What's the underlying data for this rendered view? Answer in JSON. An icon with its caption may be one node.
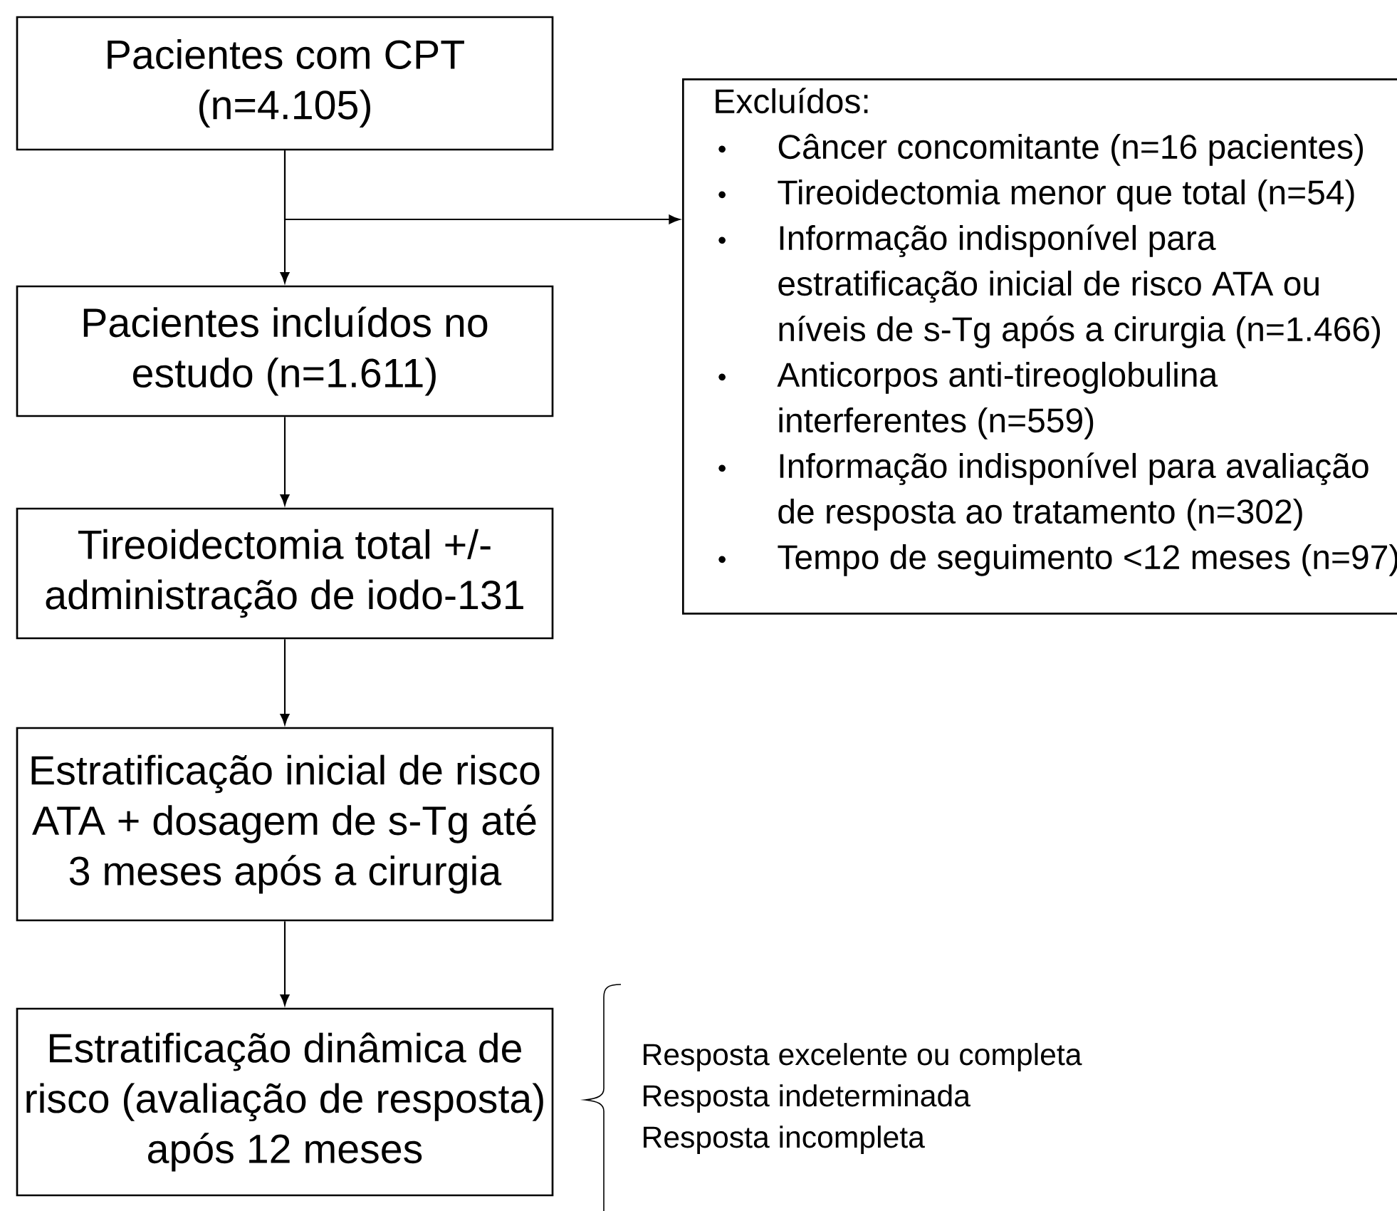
{
  "diagram": {
    "nodes": [
      {
        "text": [
          "Pacientes com CPT (n=4.105)"
        ]
      },
      {
        "text": [
          "Excluídos:",
          "Câncer concomitante (n=16 pacientes)",
          "Tireoidectomia menor que total (n=54)",
          "Informação indisponível para estratificação inicial de risco ATA ou níveis de s-Tg após a cirurgia (n=1.466)",
          "Anticorpos anti-tireoglobulina interferentes (n=559)",
          "Informação indisponível para avaliação de resposta ao tratamento (n=302)",
          "Tempo de seguimento <12 meses (n=97)"
        ]
      },
      {
        "text": [
          "Pacientes incluídos no estudo (n=1.611)"
        ]
      },
      {
        "text": [
          "Tireoidectomia total +/- administração de iodo-131"
        ]
      },
      {
        "text": [
          "Estratificação inicial de risco ATA + dosagem de s-Tg até 3 meses após a cirurgia"
        ]
      },
      {
        "text": [
          "Estratificação dinâmica de risco (avaliação de resposta) após 12 meses"
        ]
      }
    ],
    "edges": [
      {
        "from": 0,
        "to": 2,
        "arrow": "to"
      },
      {
        "from": 0,
        "to": 1,
        "arrow": "to"
      },
      {
        "from": 2,
        "to": 3,
        "arrow": "to"
      },
      {
        "from": 3,
        "to": 4,
        "arrow": "to"
      },
      {
        "from": 4,
        "to": 5,
        "arrow": "to"
      }
    ],
    "labels": [
      "Resposta excelente ou completa",
      "Resposta indeterminada",
      "Resposta incompleta"
    ]
  }
}
